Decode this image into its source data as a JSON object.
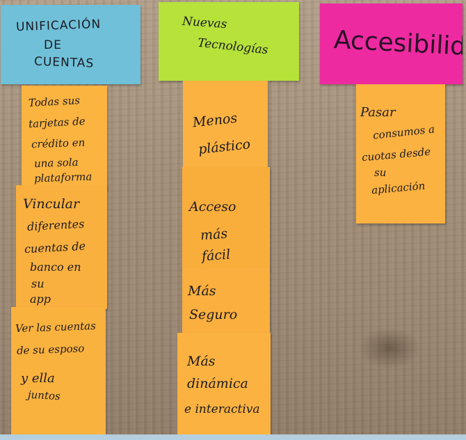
{
  "headers": {
    "unificacion": [
      "UNIFICACIÓN",
      "DE",
      "CUENTAS"
    ],
    "nuevas": [
      "Nuevas",
      "Tecnologías"
    ],
    "accesibilidad": [
      "Accesibilidad"
    ]
  },
  "notes": {
    "n1": [
      "Todas sus",
      "tarjetas de",
      "crédito en",
      "una sola",
      "plataforma"
    ],
    "n2": [
      "Vincular",
      "diferentes",
      "cuentas de",
      "banco en",
      "su",
      "app"
    ],
    "n3": [
      "Ver las cuentas",
      "de su esposo",
      "y ella",
      "juntos"
    ],
    "n4": [
      "Menos",
      "plástico"
    ],
    "n5": [
      "Acceso",
      "más",
      "fácil"
    ],
    "n6": [
      "Más",
      "Seguro"
    ],
    "n7": [
      "Más",
      "dinámica",
      "e interactiva"
    ],
    "n8": [
      "Pasar",
      "consumos a",
      "cuotas desde",
      "su",
      "aplicación"
    ]
  },
  "colors": {
    "blue_note": "#6fc0d8",
    "green_note": "#b6e23a",
    "pink_note": "#ee2aa0",
    "orange_note": "#fbb240",
    "board": "#a18e78"
  }
}
